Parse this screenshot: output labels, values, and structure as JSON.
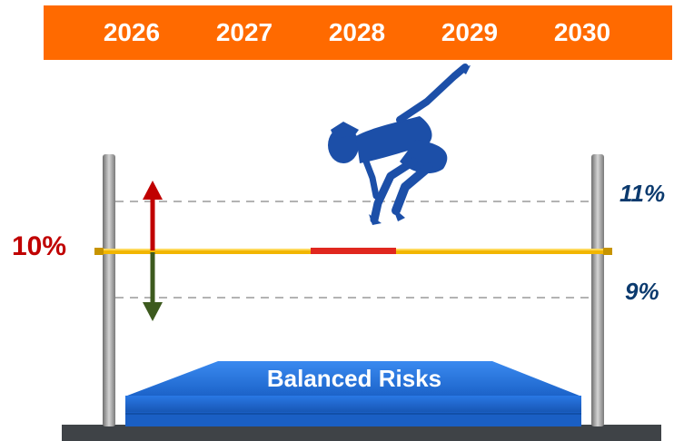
{
  "timeline": {
    "years": [
      "2026",
      "2027",
      "2028",
      "2029",
      "2030"
    ],
    "band_color": "#ff6a00"
  },
  "bar_level": {
    "label": "10%",
    "color": "#c00000"
  },
  "range": {
    "upper_label": "11%",
    "lower_label": "9%",
    "label_color": "#0b3a6e"
  },
  "arrows": {
    "up_color": "#c00000",
    "down_color": "#3d5a1e"
  },
  "mat": {
    "label": "Balanced Risks",
    "color": "#1e6fd9"
  },
  "icons": [
    "high-jumper-icon",
    "up-arrow-icon",
    "down-arrow-icon"
  ]
}
